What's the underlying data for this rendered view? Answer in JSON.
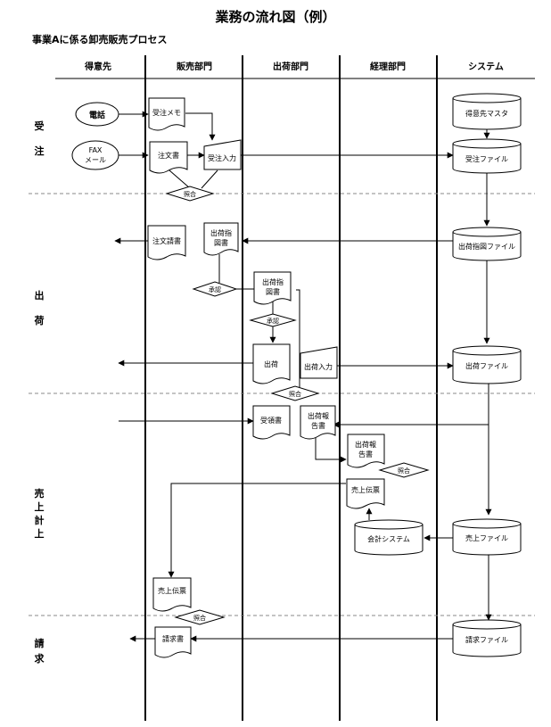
{
  "title": "業務の流れ図（例）",
  "subtitle": "事業Aに係る卸売販売プロセス",
  "lanes": [
    "得意先",
    "販売部門",
    "出荷部門",
    "経理部門",
    "システム"
  ],
  "phases": {
    "order": [
      "受",
      "注"
    ],
    "shipping": [
      "出",
      "荷"
    ],
    "sales": [
      "売",
      "上",
      "計",
      "上"
    ],
    "billing": [
      "請",
      "求"
    ]
  },
  "nodes": {
    "phone": "電話",
    "fax_1": "FAX",
    "fax_2": "メール",
    "order_memo": "受注メモ",
    "order_entry": "受注入力",
    "order_form": "注文書",
    "check_1": "照合",
    "customer_master": "得意先マスタ",
    "order_file": "受注ファイル",
    "order_request": "注文請書",
    "ship_instr_1": "出荷指",
    "ship_instr_2": "図書",
    "approval_1": "承認",
    "ship_instr_file": "出荷指図ファイル",
    "approval_2": "承認",
    "shipment": "出荷",
    "ship_entry": "出荷入力",
    "ship_file": "出荷ファイル",
    "check_2": "照合",
    "receipt": "受領書",
    "ship_report_1": "出荷報",
    "ship_report_2": "告書",
    "check_3": "照合",
    "sales_slip": "売上伝票",
    "accounting_system": "会計システム",
    "sales_file": "売上ファイル",
    "check_4": "照合",
    "invoice": "請求書",
    "invoice_file": "請求ファイル"
  }
}
